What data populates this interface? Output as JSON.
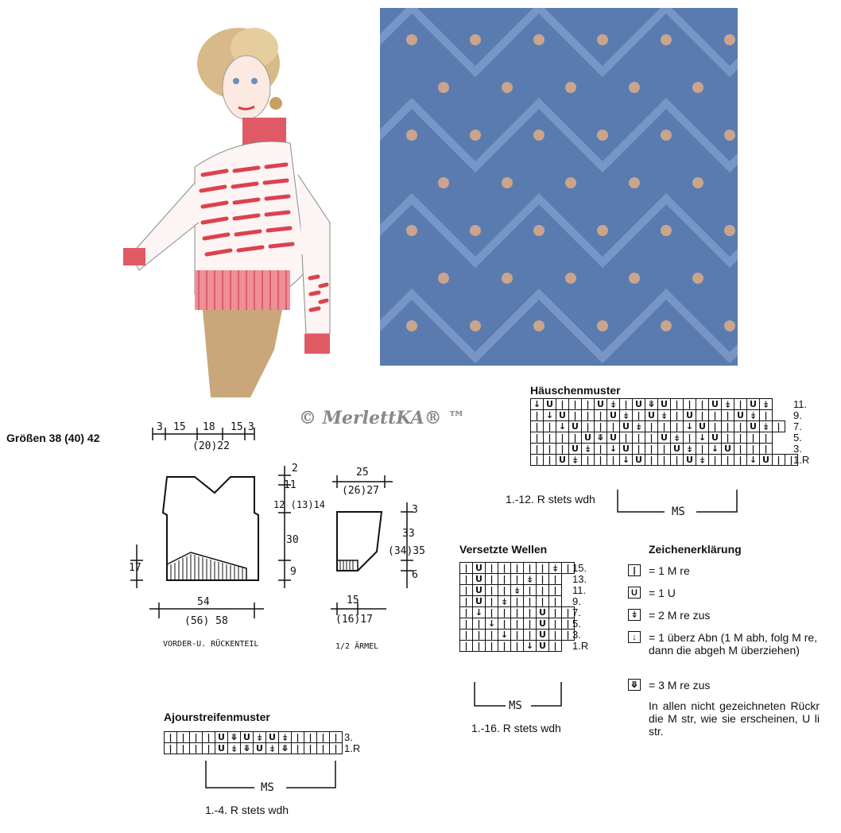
{
  "watermark": "© MerlettKA® ™",
  "sizes_title": "Größen 38 (40) 42",
  "body_piece": {
    "top_dims": [
      "3",
      "15",
      "18",
      "15",
      "3"
    ],
    "top_sub": "(20)22",
    "height_dims": [
      "2",
      "11",
      "12 (13)14",
      "30",
      "9"
    ],
    "left_dim": "17",
    "bottom_dim": "54",
    "bottom_sub": "(56) 58",
    "caption": "VORDER-U. RÜCKENTEIL"
  },
  "sleeve_piece": {
    "top_dim": "25",
    "top_sub": "(26)27",
    "right_dims": [
      "3",
      "33",
      "(34)35",
      "6"
    ],
    "bottom_dim": "15",
    "bottom_sub": "(16)17",
    "caption": "1/2 ÄRMEL"
  },
  "haeuschen": {
    "title": "Häuschenmuster",
    "rows": [
      "↓U|||U⤈|U⤋U|||U⤈|U⤈",
      "|↓U|||U⤈|U⤈|U|||U⤈|",
      "||↓U|||U⤈|||↓U|||U⤈|",
      "||||U⤋U|||U⤈|↓U||||",
      "|||U⤈|↓U|||U⤈|↓U|||",
      "||U⤈|||↓U|||U⤈|||↓U||"
    ],
    "row_labels": [
      "11.",
      "9.",
      "7.",
      "5.",
      "3.",
      "1.R"
    ],
    "ms_label": "MS",
    "repeat_note": "1.-12. R stets wdh"
  },
  "versetzte": {
    "title": "Versetzte Wellen",
    "rows": [
      "|U|||||⤈|",
      "|U|||⤈||",
      "|U||⤈|||",
      "|U|⤈||||",
      "|↓||||U||",
      "||↓|||U||",
      "|||↓||U||",
      "|||||↓U|"
    ],
    "row_labels": [
      "15.",
      "13.",
      "11.",
      "9.",
      "7.",
      "5.",
      "3.",
      "1.R"
    ],
    "ms_label": "MS",
    "repeat_note": "1.-16. R stets wdh"
  },
  "ajour": {
    "title": "Ajourstreifenmuster",
    "rows": [
      "||||U⤋U⤈U⤈||||",
      "||||U⤈⤋U⤈⤋||||"
    ],
    "row_labels": [
      "3.",
      "1.R"
    ],
    "ms_label": "MS",
    "repeat_note": "1.-4. R stets wdh"
  },
  "legend": {
    "title": "Zeichenerklärung",
    "items": [
      {
        "symbol": "|",
        "text": "=  1 M re"
      },
      {
        "symbol": "U",
        "text": "=  1 U"
      },
      {
        "symbol": "⤈",
        "text": "=  2 M re zus"
      },
      {
        "symbol": "↓",
        "text": "=  1 überz Abn (1 M abh, folg M re, dann die abgeh M überziehen)"
      },
      {
        "symbol": "⤋",
        "text": "=  3 M re zus"
      }
    ],
    "note": "In allen nicht gezeichneten Rückr die M str, wie sie erscheinen, U li str."
  },
  "colors": {
    "knit_fabric": "#5a7bb0",
    "sweater_red": "#d9434e",
    "hair": "#d7b98a"
  }
}
